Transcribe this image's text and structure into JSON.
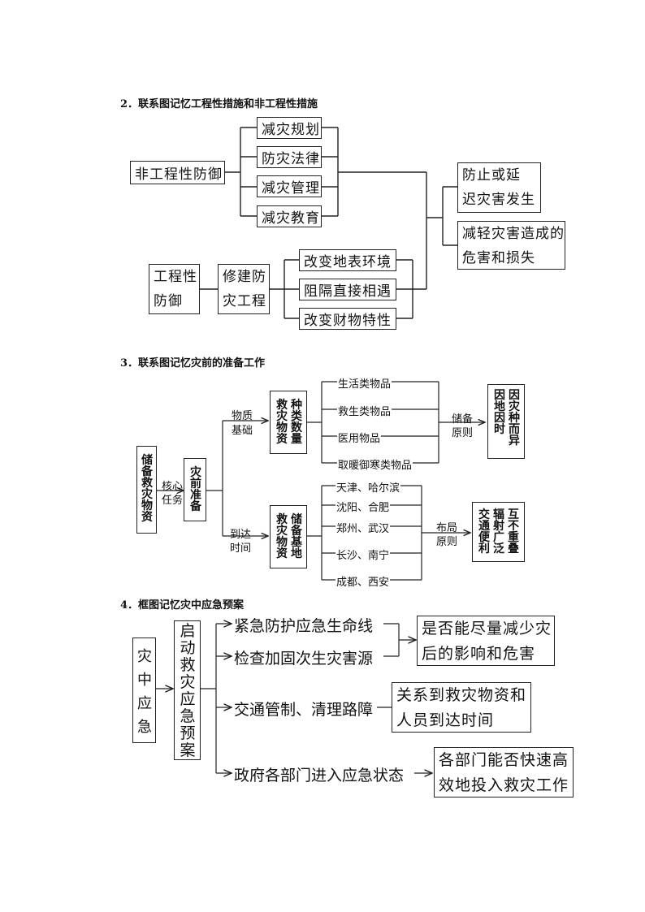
{
  "section2": {
    "title": "2．联系图记忆工程性措施和非工程性措施",
    "non_engineering": "非工程性防御",
    "non_engineering_items": [
      "减灾规划",
      "防灾法律",
      "减灾管理",
      "减灾教育"
    ],
    "engineering_l1": "工程性",
    "engineering_l2": "防御",
    "build_l1": "修建防",
    "build_l2": "灾工程",
    "engineering_items": [
      "改变地表环境",
      "阻隔直接相遇",
      "改变财物特性"
    ],
    "result1_l1": "防止或延",
    "result1_l2": "迟灾害发生",
    "result2_l1": "减轻灾害造成的",
    "result2_l2": "危害和损失"
  },
  "section3": {
    "title": "3．联系图记忆灾前的准备工作",
    "store": "储备救灾物资",
    "core_task_l1": "核心",
    "core_task_l2": "任务",
    "prep": "灾前准备",
    "material_l1": "物质",
    "material_l2": "基础",
    "arrive_l1": "到达",
    "arrive_l2": "时间",
    "supply_col1": "救灾物资",
    "supply_col2": "种类数量",
    "goods": [
      "生活类物品",
      "救生类物品",
      "医用物品",
      "取暖御寒类物品"
    ],
    "reserve_l1": "储备",
    "reserve_l2": "原则",
    "reserve_col1": "因地因时",
    "reserve_col2": "因灾种而异",
    "base_col1": "救灾物资",
    "base_col2": "储备基地",
    "cities": [
      "天津、哈尔滨",
      "沈阳、合肥",
      "郑州、武汉",
      "长沙、南宁",
      "成都、西安"
    ],
    "layout_l1": "布局",
    "layout_l2": "原则",
    "layout_col1": "交通便利",
    "layout_col2": "辐射广泛",
    "layout_col3": "互不重叠"
  },
  "section4": {
    "title": "4．框图记忆灾中应急预案",
    "emergency": "灾中应急",
    "plan": "启动救灾应急预案",
    "actions": [
      "紧急防护应急生命线",
      "检查加固次生灾害源",
      "交通管制、清理路障",
      "政府各部门进入应急状态"
    ],
    "effect1_l1": "是否能尽量减少灾",
    "effect1_l2": "后的影响和危害",
    "effect2_l1": "关系到救灾物资和",
    "effect2_l2": "人员到达时间",
    "effect3_l1": "各部门能否快速高",
    "effect3_l2": "效地投入救灾工作"
  }
}
